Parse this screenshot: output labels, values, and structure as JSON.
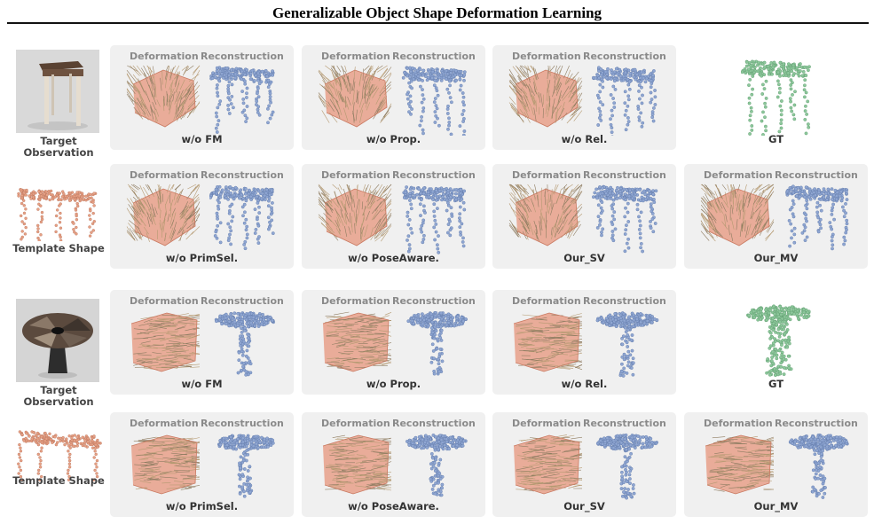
{
  "title": "Generalizable Object Shape Deformation Learning",
  "labels": {
    "deformation": "Deformation",
    "reconstruction": "Reconstruction",
    "target_observation": "Target Observation",
    "template_shape": "Template Shape"
  },
  "groups": [
    {
      "object": "stool",
      "rows": [
        [
          "w/o FM",
          "w/o Prop.",
          "w/o Rel.",
          "GT"
        ],
        [
          "w/o PrimSel.",
          "w/o PoseAware.",
          "Our_SV",
          "Our_MV"
        ]
      ]
    },
    {
      "object": "round-table",
      "rows": [
        [
          "w/o FM",
          "w/o Prop.",
          "w/o Rel.",
          "GT"
        ],
        [
          "w/o PrimSel.",
          "w/o PoseAware.",
          "Our_SV",
          "Our_MV"
        ]
      ]
    }
  ],
  "colors": {
    "deformation_base": "#e8a08a",
    "deformation_lines": "#b59a72",
    "reconstruction_points": "#8fa6d2",
    "gt_points": "#8cc79b",
    "template_points": "#e7a185",
    "panel_bg": "#f0f0f0"
  }
}
